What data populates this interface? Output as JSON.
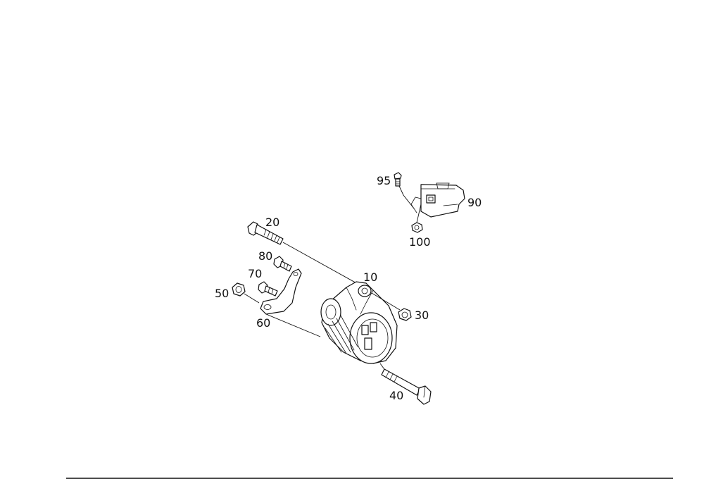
{
  "diagram": {
    "callouts": {
      "c10": "10",
      "c20": "20",
      "c30": "30",
      "c40": "40",
      "c50": "50",
      "c60": "60",
      "c70": "70",
      "c80": "80",
      "c90": "90",
      "c95": "95",
      "c100": "100"
    }
  },
  "colors": {
    "ink": "#111111",
    "background": "#ffffff"
  }
}
